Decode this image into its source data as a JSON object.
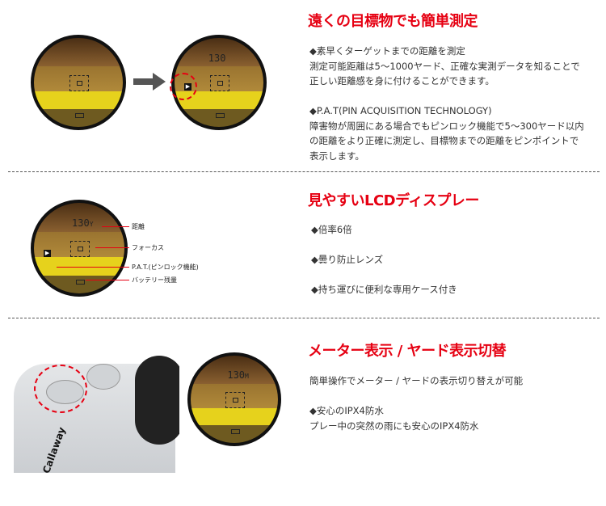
{
  "sections": [
    {
      "title": "遠くの目標物でも簡単測定",
      "body": "◆素早くターゲットまでの距離を測定\n測定可能距離は5～1000ヤード、正確な実測データを知ることで\n正しい距離感を身に付けることができます。\n\n◆P.A.T(PIN ACQUISITION TECHNOLOGY)\n障害物が周囲にある場合でもピンロック機能で5～300ヤード以内\nの距離をより正確に測定し、目標物までの距離をピンポイントで\n表示します。",
      "display_number": "130"
    },
    {
      "title": "見やすいLCDディスプレー",
      "body": "◆倍率6倍\n\n◆曇り防止レンズ\n\n◆持ち運びに便利な専用ケース付き",
      "display_number": "130",
      "unit": "Y",
      "labels": {
        "distance": "距離",
        "focus": "フォーカス",
        "pat": "P.A.T.(ピンロック機能)",
        "battery": "バッテリー残量"
      }
    },
    {
      "title": "メーター表示 / ヤード表示切替",
      "body": "簡単操作でメーター / ヤードの表示切り替えが可能\n\n◆安心のIPX4防水\nプレー中の突然の雨にも安心のIPX4防水",
      "display_number": "130",
      "unit": "M",
      "brand": "Callaway"
    }
  ],
  "colors": {
    "accent": "#e60012"
  }
}
